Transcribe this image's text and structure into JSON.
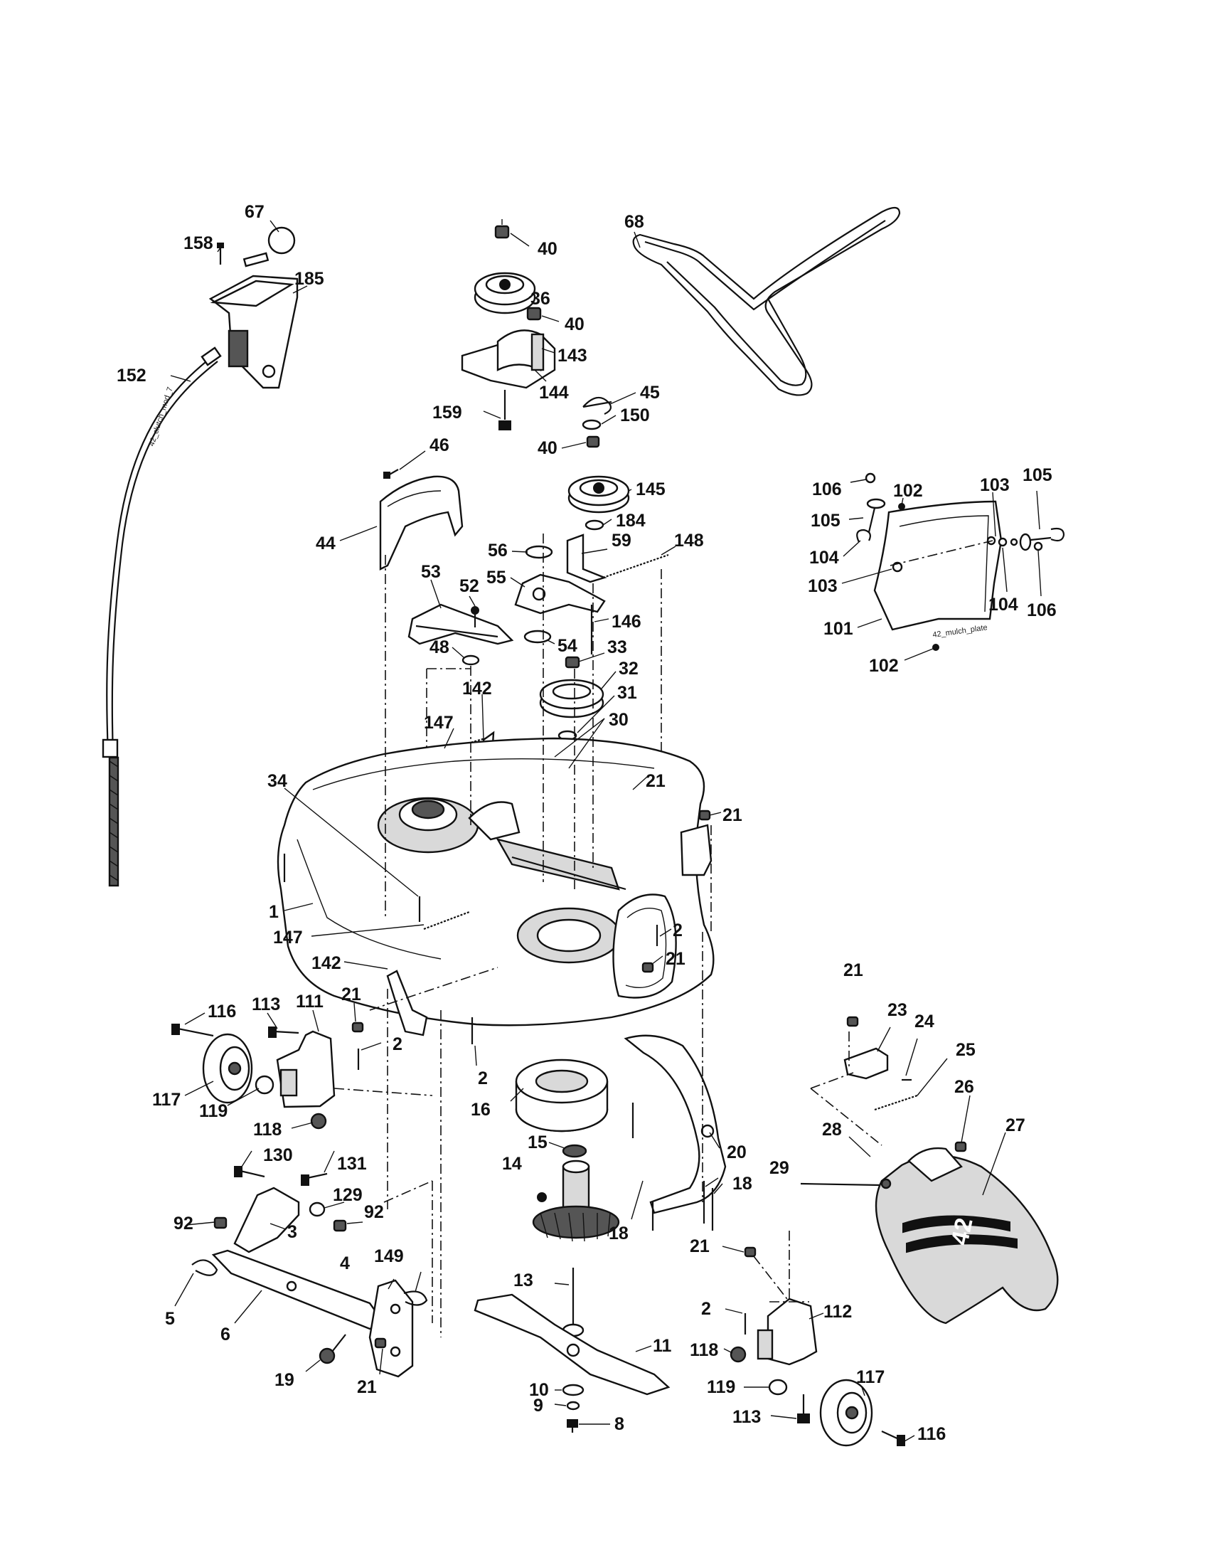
{
  "labels": [
    {
      "id": "67",
      "text": "67"
    },
    {
      "id": "158",
      "text": "158"
    },
    {
      "id": "185",
      "text": "185"
    },
    {
      "id": "152",
      "text": "152"
    },
    {
      "id": "40a",
      "text": "40"
    },
    {
      "id": "36",
      "text": "36"
    },
    {
      "id": "40b",
      "text": "40"
    },
    {
      "id": "143",
      "text": "143"
    },
    {
      "id": "144",
      "text": "144"
    },
    {
      "id": "68",
      "text": "68"
    },
    {
      "id": "45",
      "text": "45"
    },
    {
      "id": "159",
      "text": "159"
    },
    {
      "id": "150",
      "text": "150"
    },
    {
      "id": "40c",
      "text": "40"
    },
    {
      "id": "46",
      "text": "46"
    },
    {
      "id": "145",
      "text": "145"
    },
    {
      "id": "184",
      "text": "184"
    },
    {
      "id": "44",
      "text": "44"
    },
    {
      "id": "56",
      "text": "56"
    },
    {
      "id": "59",
      "text": "59"
    },
    {
      "id": "148",
      "text": "148"
    },
    {
      "id": "53",
      "text": "53"
    },
    {
      "id": "52",
      "text": "52"
    },
    {
      "id": "55",
      "text": "55"
    },
    {
      "id": "146",
      "text": "146"
    },
    {
      "id": "48",
      "text": "48"
    },
    {
      "id": "54",
      "text": "54"
    },
    {
      "id": "33",
      "text": "33"
    },
    {
      "id": "32",
      "text": "32"
    },
    {
      "id": "31",
      "text": "31"
    },
    {
      "id": "147a",
      "text": "147"
    },
    {
      "id": "142a",
      "text": "142"
    },
    {
      "id": "30",
      "text": "30"
    },
    {
      "id": "21a",
      "text": "21"
    },
    {
      "id": "34",
      "text": "34"
    },
    {
      "id": "21b",
      "text": "21"
    },
    {
      "id": "106a",
      "text": "106"
    },
    {
      "id": "102a",
      "text": "102"
    },
    {
      "id": "103a",
      "text": "103"
    },
    {
      "id": "105a",
      "text": "105"
    },
    {
      "id": "105b",
      "text": "105"
    },
    {
      "id": "104a",
      "text": "104"
    },
    {
      "id": "103b",
      "text": "103"
    },
    {
      "id": "104b",
      "text": "104"
    },
    {
      "id": "106b",
      "text": "106"
    },
    {
      "id": "101",
      "text": "101"
    },
    {
      "id": "102b",
      "text": "102"
    },
    {
      "id": "1",
      "text": "1"
    },
    {
      "id": "147b",
      "text": "147"
    },
    {
      "id": "2a",
      "text": "2"
    },
    {
      "id": "21c",
      "text": "21"
    },
    {
      "id": "142b",
      "text": "142"
    },
    {
      "id": "21d",
      "text": "21"
    },
    {
      "id": "116a",
      "text": "116"
    },
    {
      "id": "113a",
      "text": "113"
    },
    {
      "id": "111",
      "text": "111"
    },
    {
      "id": "21e",
      "text": "21"
    },
    {
      "id": "2b",
      "text": "2"
    },
    {
      "id": "2c",
      "text": "2"
    },
    {
      "id": "23",
      "text": "23"
    },
    {
      "id": "24",
      "text": "24"
    },
    {
      "id": "25",
      "text": "25"
    },
    {
      "id": "26",
      "text": "26"
    },
    {
      "id": "117a",
      "text": "117"
    },
    {
      "id": "119a",
      "text": "119"
    },
    {
      "id": "16",
      "text": "16"
    },
    {
      "id": "118a",
      "text": "118"
    },
    {
      "id": "15",
      "text": "15"
    },
    {
      "id": "20",
      "text": "20"
    },
    {
      "id": "28",
      "text": "28"
    },
    {
      "id": "27",
      "text": "27"
    },
    {
      "id": "130",
      "text": "130"
    },
    {
      "id": "131",
      "text": "131"
    },
    {
      "id": "14",
      "text": "14"
    },
    {
      "id": "29",
      "text": "29"
    },
    {
      "id": "18a",
      "text": "18"
    },
    {
      "id": "129",
      "text": "129"
    },
    {
      "id": "92a",
      "text": "92"
    },
    {
      "id": "92b",
      "text": "92"
    },
    {
      "id": "3",
      "text": "3"
    },
    {
      "id": "18b",
      "text": "18"
    },
    {
      "id": "21f",
      "text": "21"
    },
    {
      "id": "4",
      "text": "4"
    },
    {
      "id": "149",
      "text": "149"
    },
    {
      "id": "13",
      "text": "13"
    },
    {
      "id": "5",
      "text": "5"
    },
    {
      "id": "6",
      "text": "6"
    },
    {
      "id": "112",
      "text": "112"
    },
    {
      "id": "2d",
      "text": "2"
    },
    {
      "id": "11",
      "text": "11"
    },
    {
      "id": "118b",
      "text": "118"
    },
    {
      "id": "117b",
      "text": "117"
    },
    {
      "id": "19",
      "text": "19"
    },
    {
      "id": "21g",
      "text": "21"
    },
    {
      "id": "10",
      "text": "10"
    },
    {
      "id": "119b",
      "text": "119"
    },
    {
      "id": "9",
      "text": "9"
    },
    {
      "id": "8",
      "text": "8"
    },
    {
      "id": "113b",
      "text": "113"
    },
    {
      "id": "116b",
      "text": "116"
    }
  ],
  "tags": {
    "clutch": "42_clutch_mod_7",
    "mulch": "42_mulch_plate",
    "shield": "42"
  }
}
